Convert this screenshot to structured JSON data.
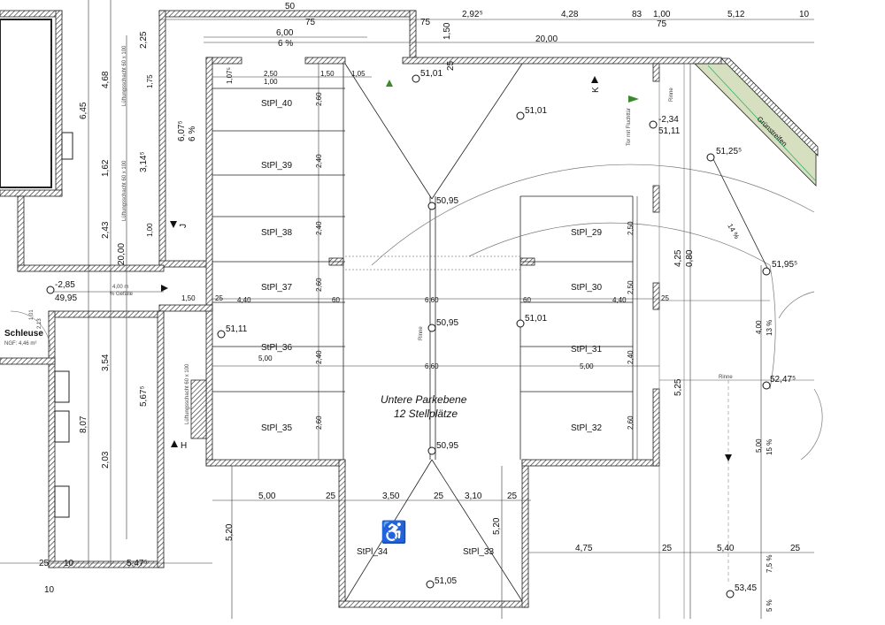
{
  "title": {
    "main": "Untere Parkebene",
    "sub": "12 Stellplätze"
  },
  "stalls": [
    "StPl_40",
    "StPl_39",
    "StPl_38",
    "StPl_37",
    "StPl_36",
    "StPl_35",
    "StPl_29",
    "StPl_30",
    "StPl_31",
    "StPl_32",
    "StPl_34",
    "StPl_33"
  ],
  "elevations": [
    "51,01",
    "51,01",
    "50,95",
    "50,95",
    "51,01",
    "50,95",
    "51,05",
    "51,11",
    "51,25⁵",
    "51,95⁵",
    "52,47⁵",
    "53,45",
    "-2,34",
    "51,11",
    "-2,85",
    "49,95"
  ],
  "dimensions_top": [
    "50",
    "75",
    "75",
    "2,92⁵",
    "4,28",
    "83",
    "1,00",
    "75",
    "5,12",
    "10",
    "6,00",
    "6 %",
    "20,00",
    "1,50",
    "2,50",
    "1,00",
    "1,50",
    "1,05",
    "25",
    "1,07⁵"
  ],
  "dimensions_inner": [
    "4,40",
    "60",
    "6,60",
    "60",
    "4,40",
    "25",
    "6,60",
    "5,00",
    "5,00",
    "1,50",
    "25",
    "5,00",
    "25",
    "3,50",
    "25",
    "3,10",
    "25",
    "4,75",
    "25",
    "5,40",
    "25"
  ],
  "dimensions_vertical": [
    "2,60",
    "2,40",
    "2,40",
    "2,60",
    "2,40",
    "2,60",
    "2,50",
    "2,50",
    "2,40",
    "2,60",
    "5,20",
    "5,20",
    "4,25",
    "0,80",
    "5,25",
    "4,00",
    "5,00",
    "6,45",
    "4,68",
    "1,62",
    "2,43",
    "20,00",
    "3,54",
    "8,07",
    "2,03",
    "5,67⁵",
    "6,07⁵",
    "6 %",
    "3,14⁵",
    "2,25",
    "1,75",
    "1,00"
  ],
  "dimensions_left": [
    "25",
    "10",
    "5,47⁵",
    "10",
    "2,13",
    "1,01"
  ],
  "slopes": [
    "14 %",
    "13 %",
    "15 %",
    "7,5 %",
    "5 %",
    "4,00 m",
    "% Gefälle"
  ],
  "labels": {
    "gruenstreifen": "Grünstreifen",
    "rinne1": "Rinne",
    "rinne2": "Rinne",
    "rinne3": "Rinne",
    "tor": "Tor mit Fluchttür",
    "schacht1": "Lüftungsschacht 60 x 100",
    "schacht2": "Lüftungsschacht 60 x 100",
    "schacht3": "Lüftungsschacht 60 x 100",
    "schleuse": "Schleuse",
    "ngf": "NGF: 4,46 m²",
    "sec_k": "K",
    "sec_j": "J",
    "sec_h": "H"
  },
  "colors": {
    "green_strip": "#d6dfc0",
    "arrow": "#3a8a2a",
    "green_line": "#35b36a"
  }
}
